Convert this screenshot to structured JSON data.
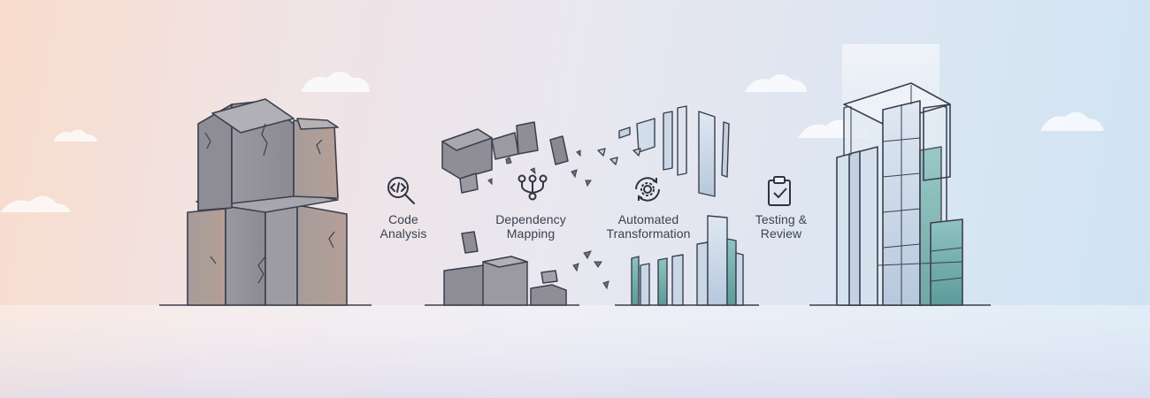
{
  "stages": [
    {
      "line1": "Code",
      "line2": "Analysis",
      "icon": "code-search-icon"
    },
    {
      "line1": "Dependency",
      "line2": "Mapping",
      "icon": "dependency-tree-icon"
    },
    {
      "line1": "Automated",
      "line2": "Transformation",
      "icon": "gear-cycle-icon"
    },
    {
      "line1": "Testing &",
      "line2": "Review",
      "icon": "clipboard-check-icon"
    }
  ],
  "colors": {
    "stone": "#8f8f96",
    "stone_dark": "#6e6f78",
    "glass": "#c9d6e6",
    "teal": "#6fa9a8",
    "outline": "#3b3f4d",
    "text": "#3a4150"
  }
}
